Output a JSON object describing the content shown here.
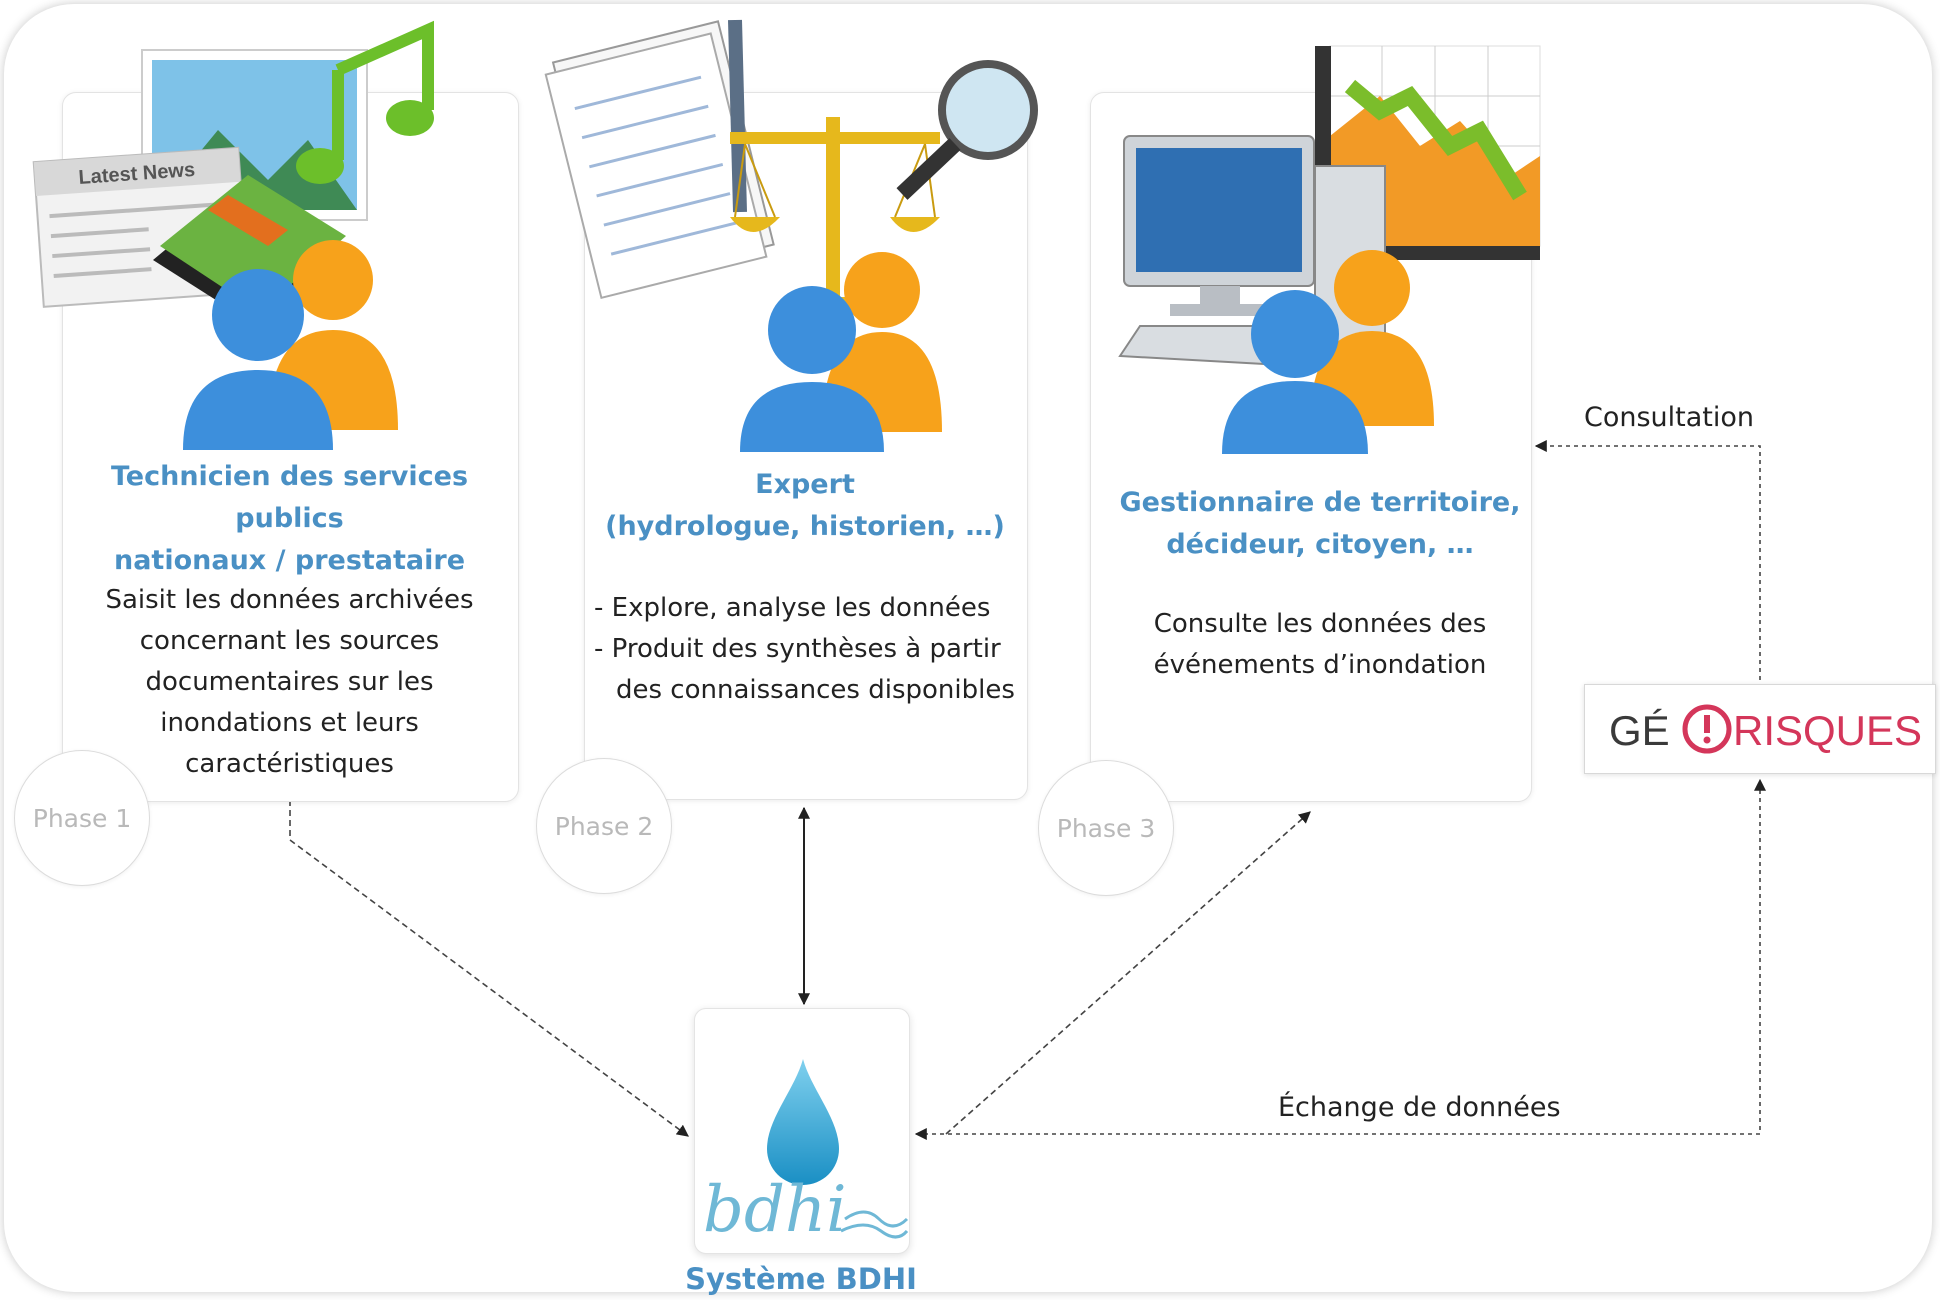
{
  "phases": [
    {
      "phase_label": "Phase 1",
      "role_lines": [
        "Technicien des services publics",
        "nationaux / prestataire"
      ],
      "description_lines": [
        "Saisit les données archivées",
        "concernant les sources",
        "documentaires sur les",
        "inondations et leurs",
        "caractéristiques"
      ],
      "illustration_text": "Latest News"
    },
    {
      "phase_label": "Phase 2",
      "role_lines": [
        "Expert",
        "(hydrologue, historien, …)"
      ],
      "description_bullets": [
        "- Explore, analyse les données",
        "- Produit des synthèses à partir des connaissances disponibles"
      ]
    },
    {
      "phase_label": "Phase 3",
      "role_lines": [
        "Gestionnaire de territoire,",
        "décideur, citoyen, …"
      ],
      "description_lines": [
        "Consulte les données des",
        "événements d’inondation"
      ]
    }
  ],
  "system": {
    "logo_text": "bdhi",
    "caption": "Système BDHI"
  },
  "georisques": {
    "prefix": "GÉ",
    "suffix": "RISQUES"
  },
  "edges": {
    "consultation_label": "Consultation",
    "exchange_label": "Échange de données"
  },
  "colors": {
    "role_text": "#4a90c4",
    "georisques_red": "#d4365a",
    "georisques_grey": "#3a3a3a",
    "connector": "#333333"
  }
}
